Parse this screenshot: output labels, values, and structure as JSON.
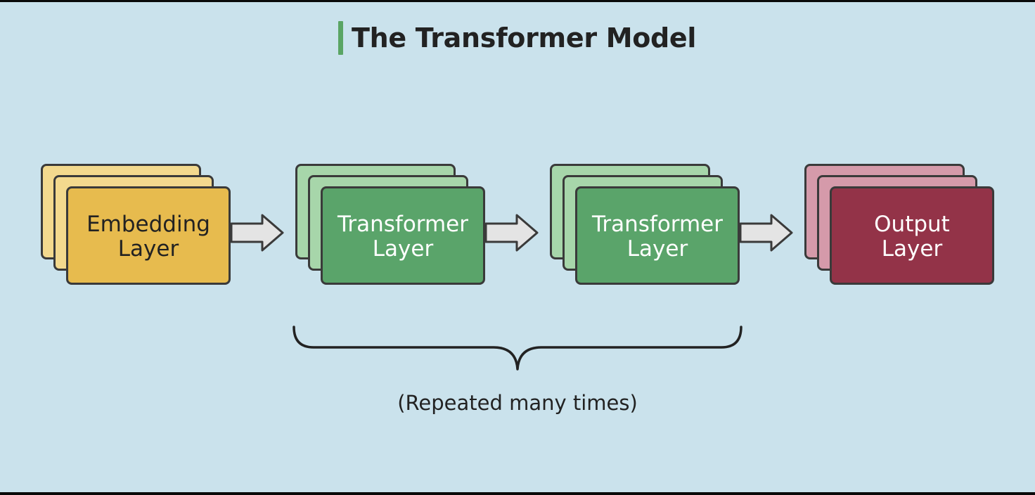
{
  "title": "The Transformer Model",
  "colors": {
    "background": "#cae2ec",
    "title_accent": "#5aa564",
    "arrow_fill": "#e4e4e4",
    "outline": "#3a3a3a",
    "embedding": "#e7bb4e",
    "embedding_light": "#f3d98e",
    "transformer": "#5aa46a",
    "transformer_light": "#a7d6aa",
    "output": "#933348",
    "output_light": "#d59aaa"
  },
  "layers": [
    {
      "label": "Embedding\nLayer",
      "kind": "embedding"
    },
    {
      "label": "Transformer\nLayer",
      "kind": "transformer"
    },
    {
      "label": "Transformer\nLayer",
      "kind": "transformer"
    },
    {
      "label": "Output\nLayer",
      "kind": "output"
    }
  ],
  "caption": "(Repeated many times)"
}
